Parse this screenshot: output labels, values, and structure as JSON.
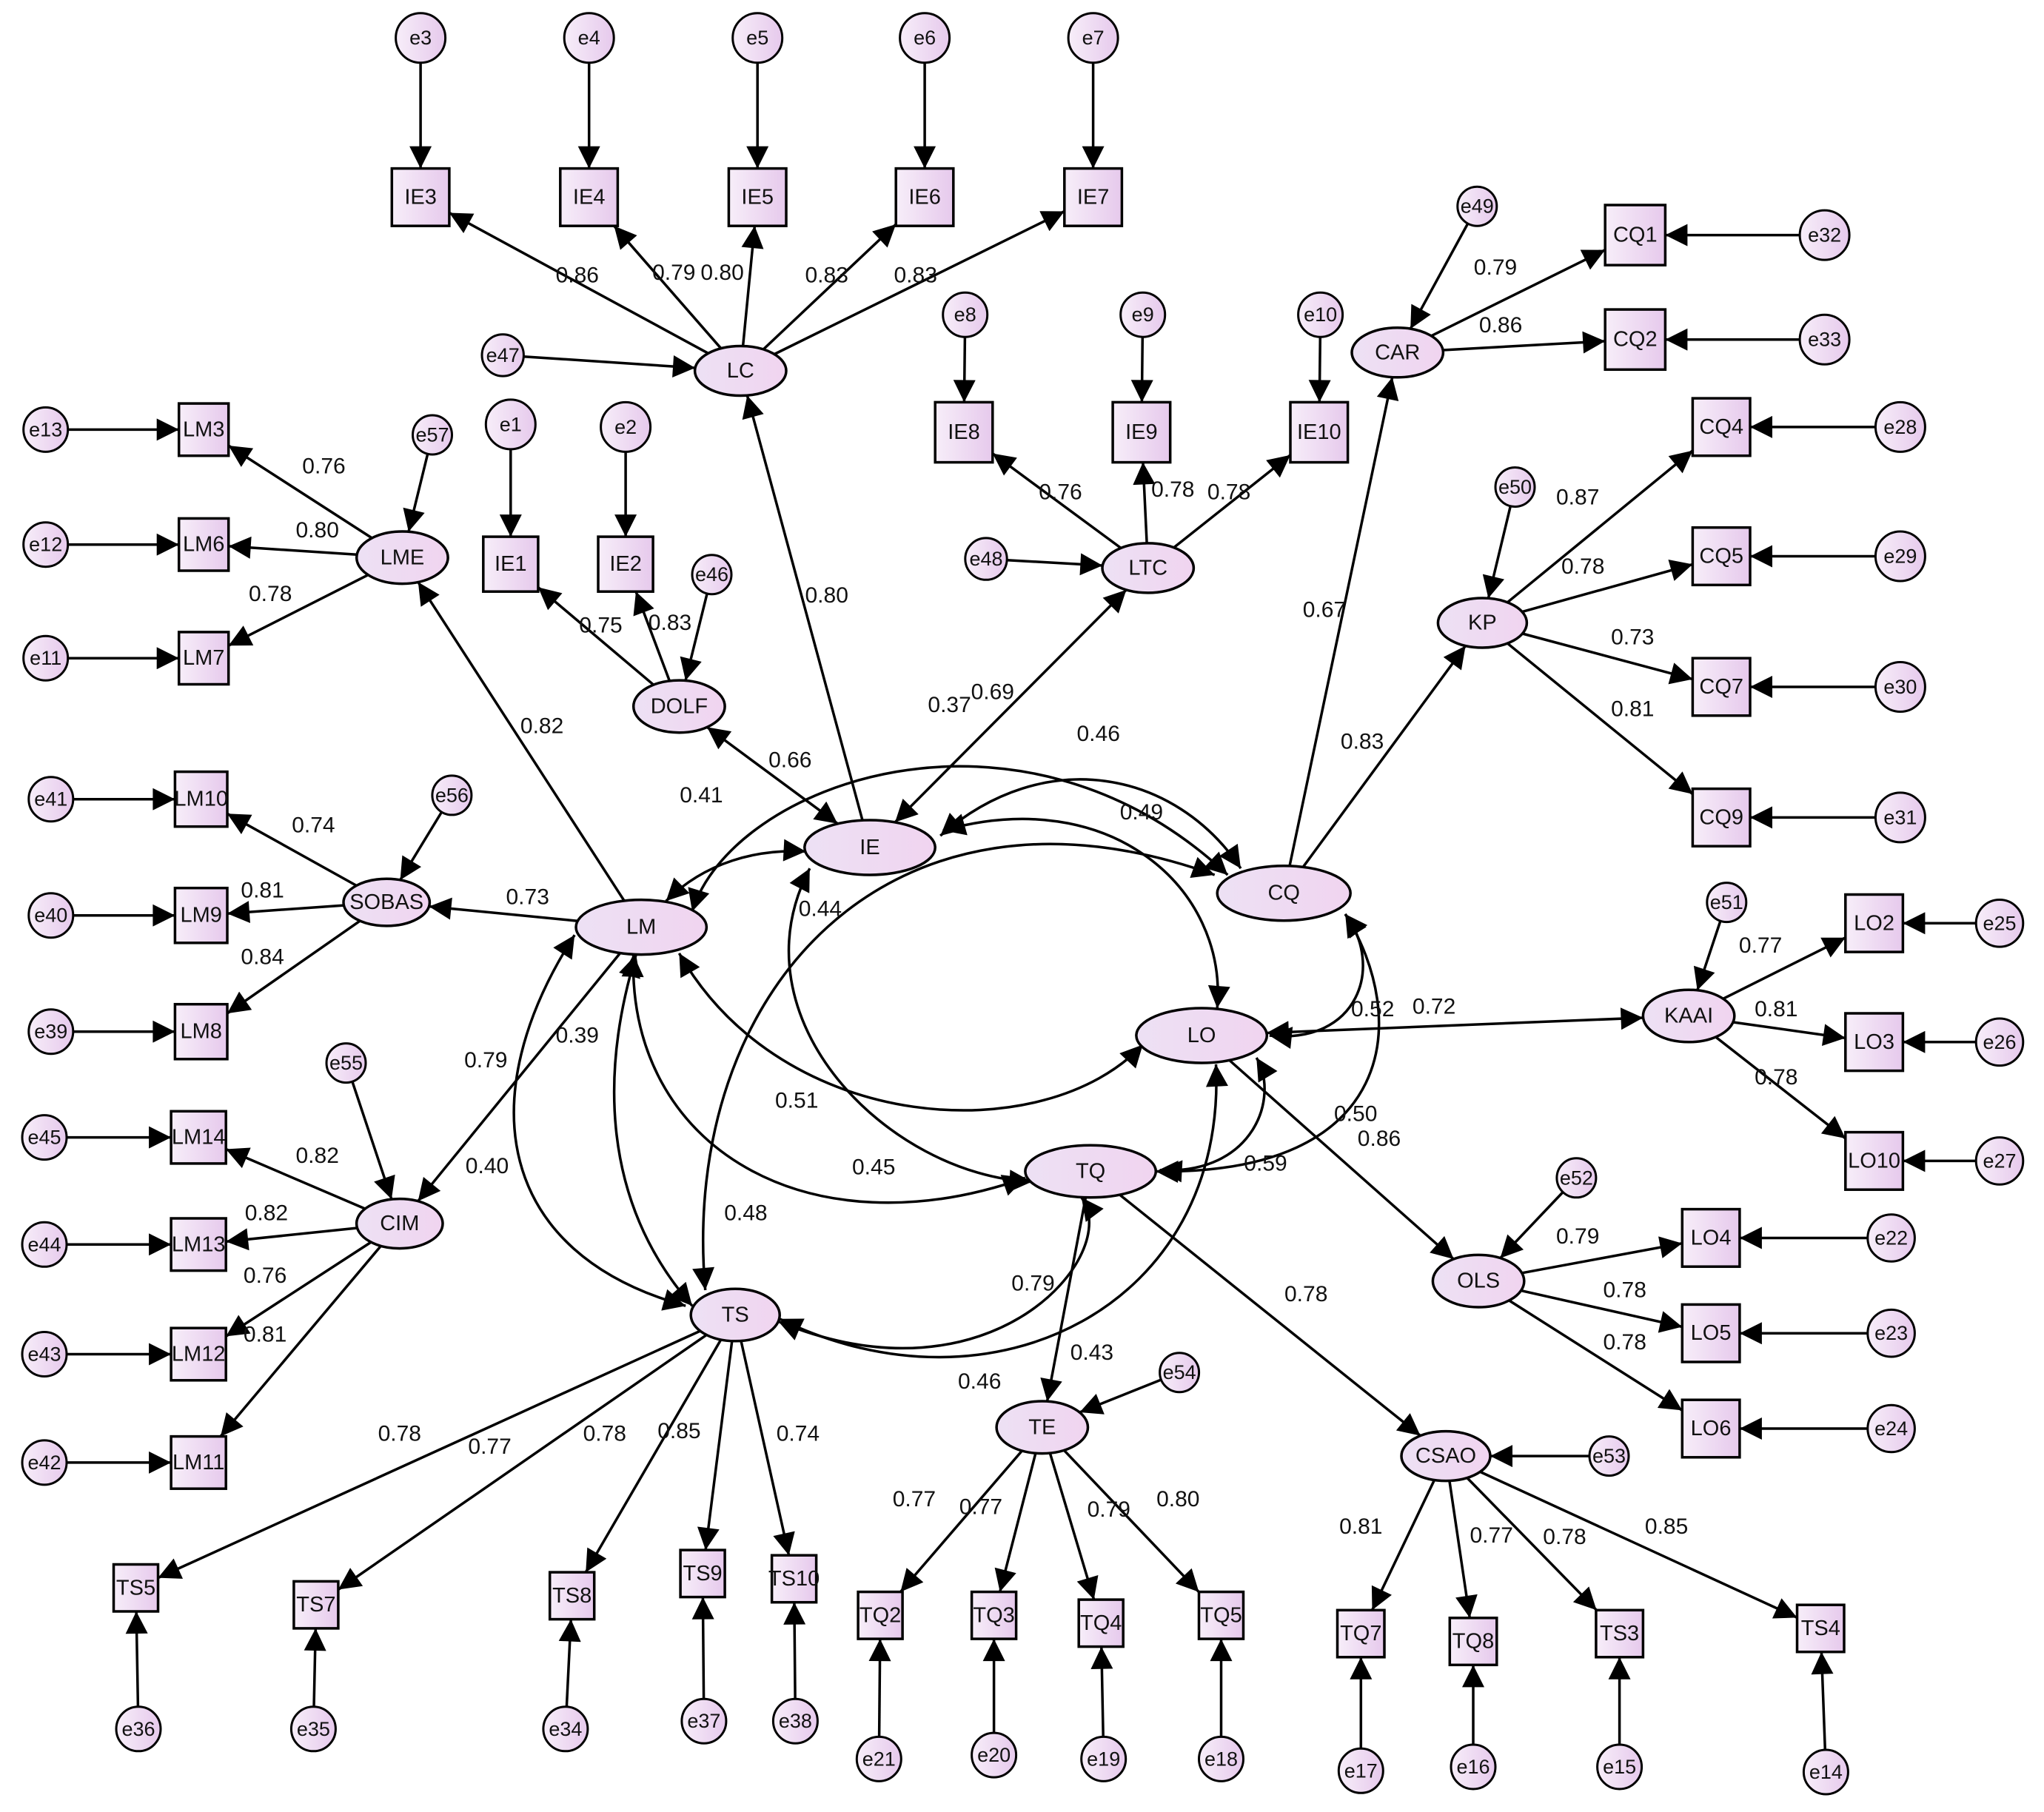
{
  "colors": {
    "node_fill_light": "#f7eef9",
    "node_fill_dark": "#e6c9ec",
    "stroke": "#000000",
    "background": "#ffffff"
  },
  "latents": {
    "LC": "LC",
    "LTC": "LTC",
    "CAR": "CAR",
    "KP": "KP",
    "LME": "LME",
    "DOLF": "DOLF",
    "SOBAS": "SOBAS",
    "CIM": "CIM",
    "LM": "LM",
    "IE": "IE",
    "CQ": "CQ",
    "LO": "LO",
    "KAAI": "KAAI",
    "TQ": "TQ",
    "OLS": "OLS",
    "TS": "TS",
    "TE": "TE",
    "CSAO": "CSAO"
  },
  "indicators": {
    "IE3": "IE3",
    "IE4": "IE4",
    "IE5": "IE5",
    "IE6": "IE6",
    "IE7": "IE7",
    "IE1": "IE1",
    "IE2": "IE2",
    "IE8": "IE8",
    "IE9": "IE9",
    "IE10": "IE10",
    "CQ1": "CQ1",
    "CQ2": "CQ2",
    "CQ4": "CQ4",
    "CQ5": "CQ5",
    "CQ7": "CQ7",
    "CQ9": "CQ9",
    "LM3": "LM3",
    "LM6": "LM6",
    "LM7": "LM7",
    "LM10": "LM10",
    "LM9": "LM9",
    "LM8": "LM8",
    "LM14": "LM14",
    "LM13": "LM13",
    "LM12": "LM12",
    "LM11": "LM11",
    "LO2": "LO2",
    "LO3": "LO3",
    "LO10": "LO10",
    "LO4": "LO4",
    "LO5": "LO5",
    "LO6": "LO6",
    "TS5": "TS5",
    "TS7": "TS7",
    "TS8": "TS8",
    "TS9": "TS9",
    "TS10": "TS10",
    "TQ2": "TQ2",
    "TQ3": "TQ3",
    "TQ4": "TQ4",
    "TQ5": "TQ5",
    "TQ7": "TQ7",
    "TQ8": "TQ8",
    "TS3": "TS3",
    "TS4": "TS4"
  },
  "errors": {
    "e1": "e1",
    "e2": "e2",
    "e3": "e3",
    "e4": "e4",
    "e5": "e5",
    "e6": "e6",
    "e7": "e7",
    "e8": "e8",
    "e9": "e9",
    "e10": "e10",
    "e11": "e11",
    "e12": "e12",
    "e13": "e13",
    "e14": "e14",
    "e15": "e15",
    "e16": "e16",
    "e17": "e17",
    "e18": "e18",
    "e19": "e19",
    "e20": "e20",
    "e21": "e21",
    "e22": "e22",
    "e23": "e23",
    "e24": "e24",
    "e25": "e25",
    "e26": "e26",
    "e27": "e27",
    "e28": "e28",
    "e29": "e29",
    "e30": "e30",
    "e31": "e31",
    "e32": "e32",
    "e33": "e33",
    "e34": "e34",
    "e35": "e35",
    "e36": "e36",
    "e37": "e37",
    "e38": "e38",
    "e39": "e39",
    "e40": "e40",
    "e41": "e41",
    "e42": "e42",
    "e43": "e43",
    "e44": "e44",
    "e45": "e45",
    "e46": "e46",
    "e47": "e47",
    "e48": "e48",
    "e49": "e49",
    "e50": "e50",
    "e51": "e51",
    "e52": "e52",
    "e53": "e53",
    "e54": "e54",
    "e55": "e55",
    "e56": "e56",
    "e57": "e57"
  },
  "coefficients": {
    "LC_IE3": "0.86",
    "LC_IE4": "0.79",
    "LC_IE5": "0.80",
    "LC_IE6": "0.83",
    "LC_IE7": "0.83",
    "LTC_IE8": "0.76",
    "LTC_IE9": "0.78",
    "LTC_IE10": "0.78",
    "CAR_CQ1": "0.79",
    "CAR_CQ2": "0.86",
    "KP_CQ4": "0.87",
    "KP_CQ5": "0.78",
    "KP_CQ7": "0.73",
    "KP_CQ9": "0.81",
    "LME_LM3": "0.76",
    "LME_LM6": "0.80",
    "LME_LM7": "0.78",
    "DOLF_IE1": "0.75",
    "DOLF_IE2": "0.83",
    "SOBAS_LM10": "0.74",
    "SOBAS_LM9": "0.81",
    "SOBAS_LM8": "0.84",
    "CIM_LM14": "0.82",
    "CIM_LM13": "0.82",
    "CIM_LM12": "0.76",
    "CIM_LM11": "0.81",
    "KAAI_LO2": "0.77",
    "KAAI_LO3": "0.81",
    "KAAI_LO10": "0.78",
    "OLS_LO4": "0.79",
    "OLS_LO5": "0.78",
    "OLS_LO6": "0.78",
    "TS_TS5": "0.78",
    "TS_TS7": "0.77",
    "TS_TS8": "0.78",
    "TS_TS9": "0.85",
    "TS_TS10": "0.74",
    "TE_TQ2": "0.77",
    "TE_TQ3": "0.77",
    "TE_TQ4": "0.79",
    "TE_TQ5": "0.80",
    "CSAO_TQ7": "0.81",
    "CSAO_TQ8": "0.77",
    "CSAO_TS3": "0.78",
    "CSAO_TS4": "0.85",
    "IE_LC": "0.80",
    "LM_LME": "0.82",
    "LM_SOBAS": "0.73",
    "LM_CIM": "0.39",
    "IE_LTC": "0.69",
    "IE_DOLF": "0.66",
    "CQ_CAR": "0.67",
    "CQ_KP": "0.83",
    "LO_KAAI": "0.72",
    "LO_OLS": "0.86",
    "TQ_TE": "0.79",
    "TQ_CSAO": "0.78",
    "c_037": "0.37",
    "c_046": "0.46",
    "c_041": "0.41",
    "c_049": "0.49",
    "c_044": "0.44",
    "c_079": "0.79",
    "c_040": "0.40",
    "c_051": "0.51",
    "c_052": "0.52",
    "c_050": "0.50",
    "c_045": "0.45",
    "c_059": "0.59",
    "c_048": "0.48",
    "c_043": "0.43",
    "c_046b": "0.46"
  }
}
